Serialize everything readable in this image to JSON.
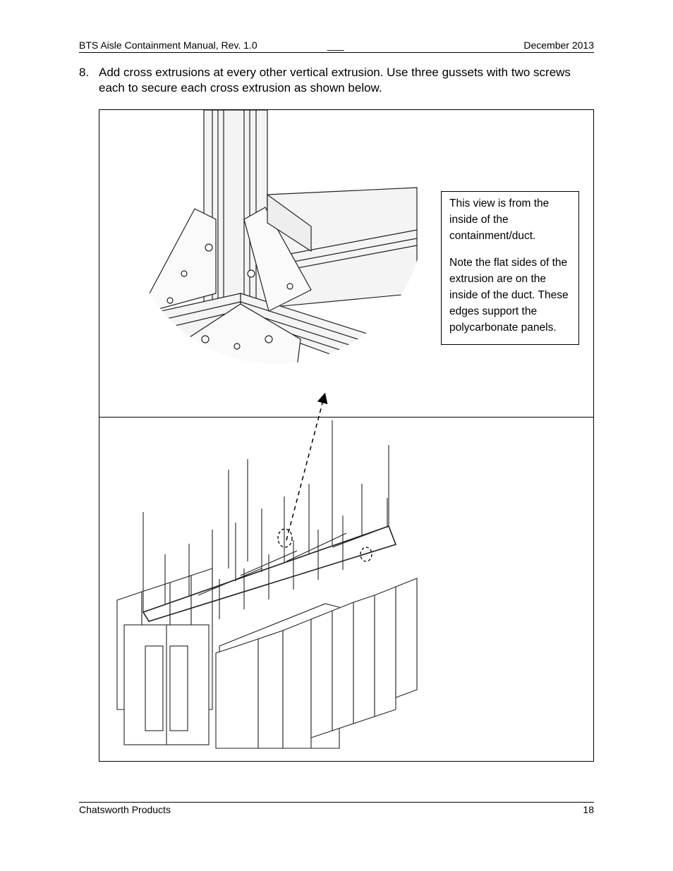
{
  "header": {
    "title": "BTS Aisle Containment Manual, Rev. 1.0",
    "separator": "___",
    "date": "December 2013"
  },
  "step": {
    "number": "8.",
    "text": "Add cross extrusions at every other vertical extrusion. Use three gussets with two screws each to secure each cross extrusion as shown below."
  },
  "callout": {
    "paragraph1": "This view is from the inside of the containment/duct.",
    "paragraph2": "Note the flat sides of the extrusion are on the inside of the duct. These edges support the polycarbonate panels."
  },
  "footer": {
    "company": "Chatsworth Products",
    "page_number": "18"
  }
}
